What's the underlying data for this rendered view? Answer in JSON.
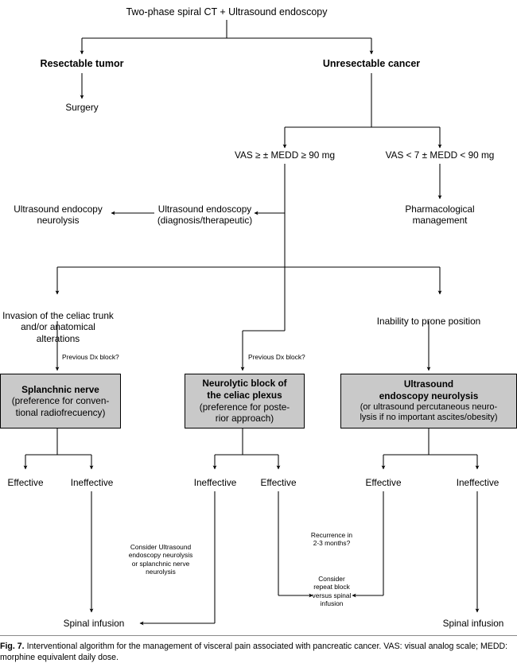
{
  "figure": {
    "label": "Fig. 7.",
    "caption": "Interventional algorithm for the management of visceral pain associated with pancreatic cancer. VAS: visual analog scale; MEDD: morphine equivalent daily dose."
  },
  "colors": {
    "box_fill": "#c9c9c9",
    "line": "#000000",
    "text": "#000000",
    "rule": "#8a8a8a",
    "background": "#ffffff"
  },
  "nodes": {
    "root": "Two-phase spiral CT + Ultrasound endoscopy",
    "resectable": "Resectable tumor",
    "unresectable": "Unresectable cancer",
    "surgery": "Surgery",
    "vas_high": "VAS ≥ ± MEDD ≥ 90 mg",
    "vas_low": "VAS < 7 ± MEDD < 90 mg",
    "us_endoscopy_diag_l1": "Ultrasound endoscopy",
    "us_endoscopy_diag_l2": "(diagnosis/therapeutic)",
    "us_endocopy_neuro_l1": "Ultrasound endocopy",
    "us_endocopy_neuro_l2": "neurolysis",
    "pharmacological_l1": "Pharmacological",
    "pharmacological_l2": "management",
    "invasion_l1": "Invasion of the celiac trunk",
    "invasion_l2": "and/or anatomical alterations",
    "inability": "Inability to prone position",
    "prev_dx_left": "Previous Dx block?",
    "prev_dx_mid": "Previous Dx block?"
  },
  "boxes": {
    "splanchnic": {
      "l1": "Splanchnic nerve",
      "l2": "(preference for conven-",
      "l3": "tional radiofrecuency)"
    },
    "neurolytic": {
      "l1": "Neurolytic block of",
      "l2": "the celiac plexus",
      "l3": "(preference for poste-",
      "l4": "rior approach)"
    },
    "ultrasound": {
      "l1": "Ultrasound",
      "l2": "endoscopy neurolysis",
      "l3": "(or ultrasound percutaneous neuro-",
      "l4": "lysis if no important ascites/obesity)"
    }
  },
  "outcomes": {
    "left_effective": "Effective",
    "left_ineffective": "Ineffective",
    "mid_ineffective": "Ineffective",
    "mid_effective": "Effective",
    "right_effective": "Effective",
    "right_ineffective": "Ineffective"
  },
  "notes": {
    "consider_us_l1": "Consider Ultrasound",
    "consider_us_l2": "endoscopy neurolysis",
    "consider_us_l3": "or splanchnic nerve",
    "consider_us_l4": "neurolysis",
    "recurrence_l1": "Recurrence in",
    "recurrence_l2": "2-3 months?",
    "repeat_l1": "Consider",
    "repeat_l2": "repeat block",
    "repeat_l3": "versus spinal",
    "repeat_l4": "infusion"
  },
  "terminals": {
    "spinal_left": "Spinal infusion",
    "spinal_right": "Spinal infusion"
  }
}
